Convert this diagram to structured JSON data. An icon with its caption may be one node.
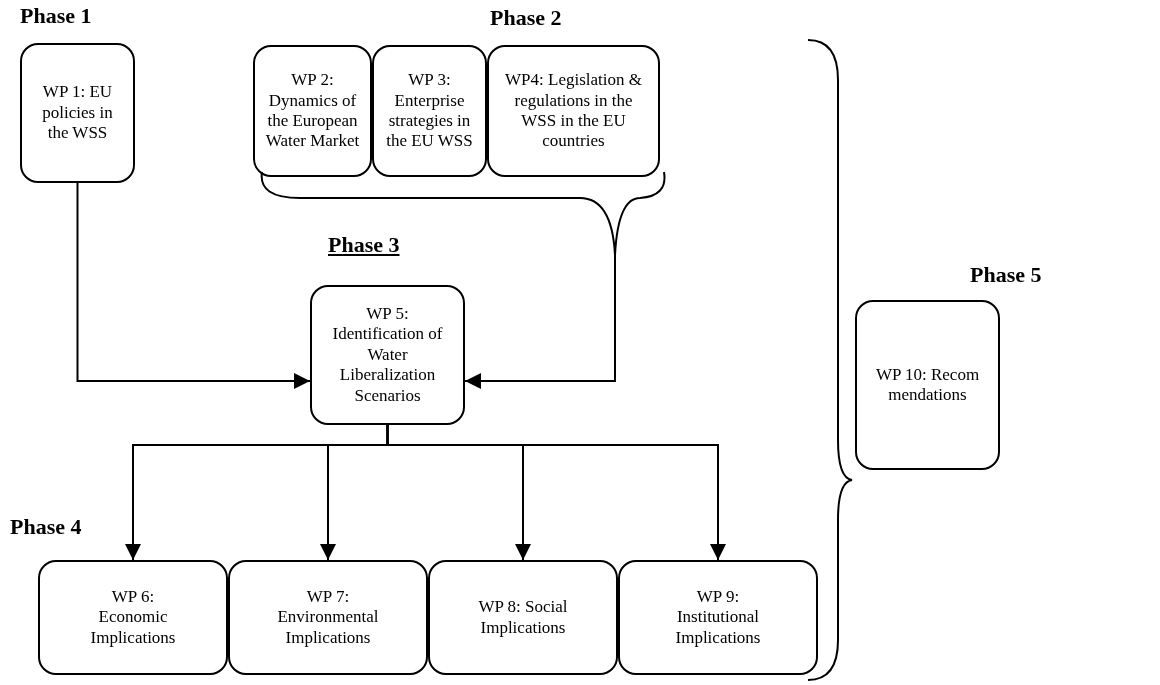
{
  "diagram": {
    "nodes": [
      {
        "text": [
          "WP 1: EU policies in the WSS"
        ]
      },
      {
        "text": [
          "WP 2: Dynamics of the European Water Market"
        ]
      },
      {
        "text": [
          "WP 3: Enterprise strategies in the EU WSS"
        ]
      },
      {
        "text": [
          "WP4: Legislation & regulations in the WSS in the EU countries"
        ]
      },
      {
        "text": [],
        "shape": "brace"
      },
      {
        "text": [
          "WP 5: Identification of Water Liberalization Scenarios"
        ]
      },
      {
        "text": [
          "WP 6: Economic Implications"
        ]
      },
      {
        "text": [
          "WP 7: Environmental Implications"
        ]
      },
      {
        "text": [
          "WP 8: Social Implications"
        ]
      },
      {
        "text": [
          "WP 9: Institutional Implications"
        ]
      },
      {
        "text": [
          "WP 10: Recommendations"
        ]
      }
    ],
    "edges": [
      {
        "from": 0,
        "to": 5,
        "arrow": "to"
      },
      {
        "from": 4,
        "to": 5,
        "arrow": "to"
      },
      {
        "from": 5,
        "to": 6,
        "arrow": "to"
      },
      {
        "from": 5,
        "to": 7,
        "arrow": "to"
      },
      {
        "from": 5,
        "to": 8,
        "arrow": "to"
      },
      {
        "from": 5,
        "to": 9,
        "arrow": "to"
      }
    ],
    "labels": [
      "Phase 1",
      "Phase 2",
      "Phase 3",
      "Phase 4",
      "Phase 5"
    ]
  }
}
